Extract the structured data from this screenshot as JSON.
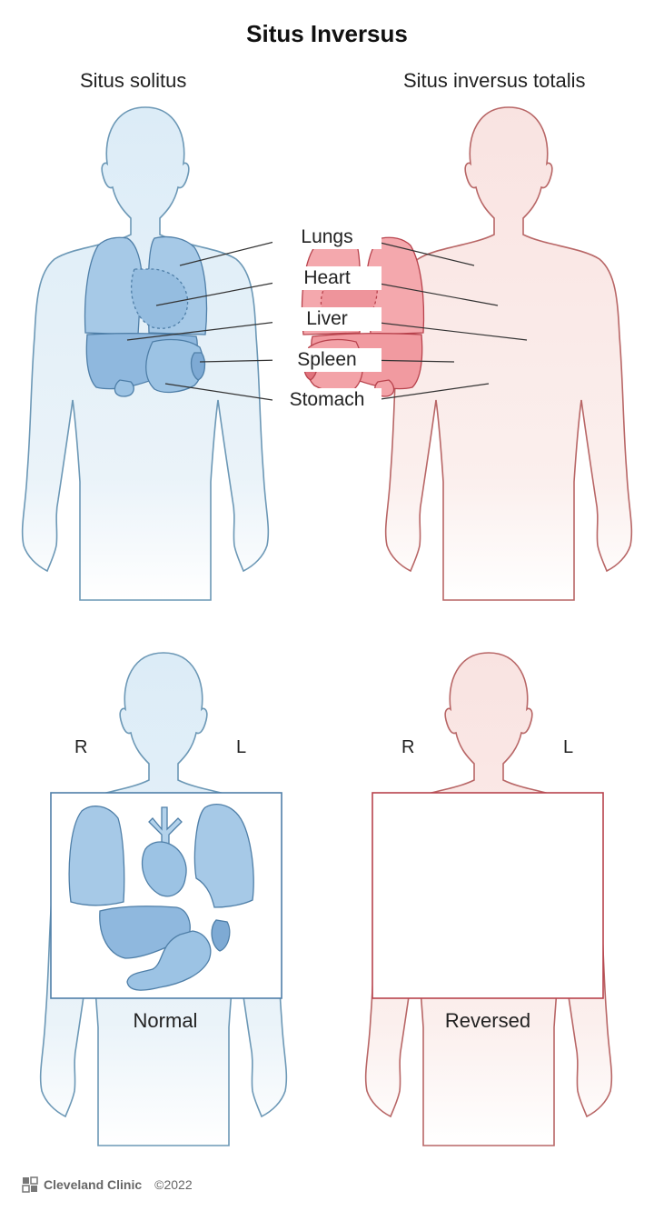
{
  "title": "Situs Inversus",
  "left_subtitle": "Situs solitus",
  "right_subtitle": "Situs inversus totalis",
  "organ_labels": [
    "Lungs",
    "Heart",
    "Liver",
    "Spleen",
    "Stomach"
  ],
  "side_letters": {
    "right": "R",
    "left": "L"
  },
  "panel_captions": {
    "normal": "Normal",
    "reversed": "Reversed"
  },
  "footer": {
    "brand": "Cleveland Clinic",
    "copyright": "©2022"
  },
  "colors": {
    "blue_body": "#e3f0f8",
    "blue_line": "#5f8fae",
    "blue_organ": "#9cc3e4",
    "blue_organ_line": "#4f7fa8",
    "red_body": "#fae8e6",
    "red_line": "#b85a5a",
    "red_organ": "#f3a3a8",
    "red_organ_line": "#b8434d"
  }
}
